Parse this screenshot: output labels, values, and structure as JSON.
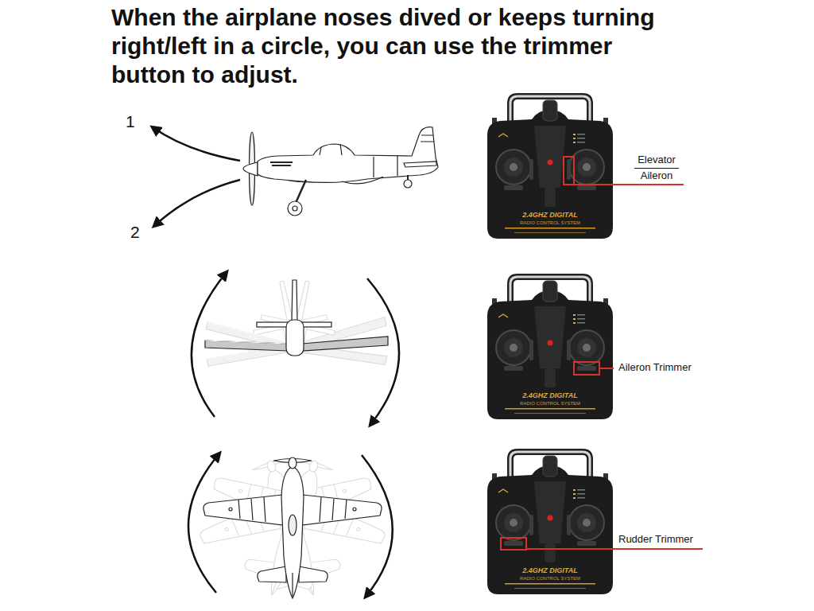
{
  "diagram": {
    "title": "When the airplane noses dived or keeps turning right/left in a circle, you can use the trimmer button to adjust.",
    "labels": [
      "1",
      "2",
      "Elevator",
      "Aileron",
      "2.4GHZ DIGITAL",
      "RADIO CONTROL SYSTEM",
      "Aileron Trimmer",
      "2.4GHZ DIGITAL",
      "RADIO CONTROL SYSTEM",
      "Rudder Trimmer",
      "2.4GHZ DIGITAL",
      "RADIO CONTROL SYSTEM"
    ]
  }
}
